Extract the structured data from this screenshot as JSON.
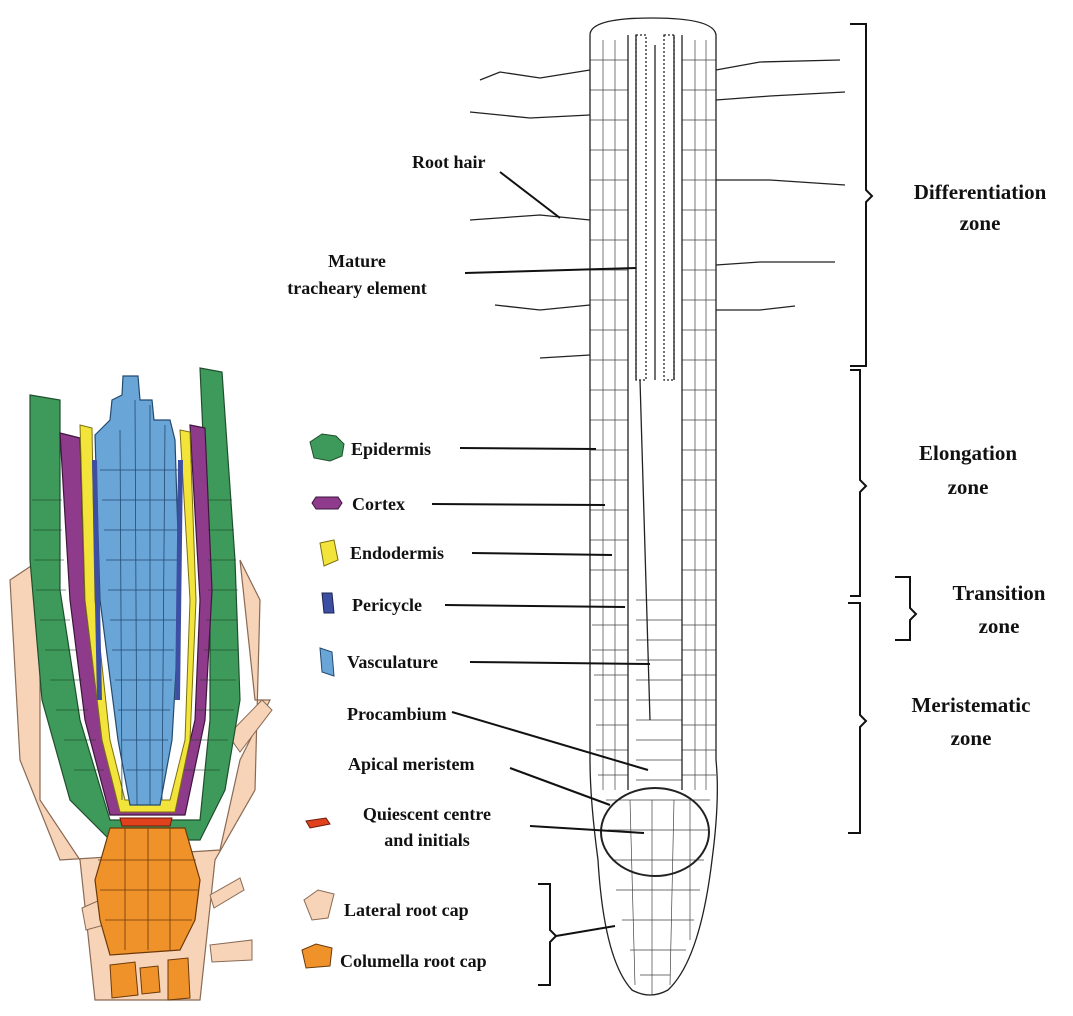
{
  "figure": {
    "labels": {
      "root_hair": "Root hair",
      "mature_tracheary_1": "Mature",
      "mature_tracheary_2": "tracheary element",
      "procambium": "Procambium",
      "apical_meristem": "Apical meristem",
      "quiescent_1": "Quiescent centre",
      "quiescent_2": "and initials"
    },
    "zones": {
      "differentiation_1": "Differentiation",
      "differentiation_2": "zone",
      "elongation_1": "Elongation",
      "elongation_2": "zone",
      "transition_1": "Transition",
      "transition_2": "zone",
      "meristematic_1": "Meristematic",
      "meristematic_2": "zone"
    },
    "legend": [
      {
        "label": "Epidermis",
        "color": "#3e9a5a",
        "icon": "epidermis-cell-icon"
      },
      {
        "label": "Cortex",
        "color": "#8e3b8c",
        "icon": "cortex-cell-icon"
      },
      {
        "label": "Endodermis",
        "color": "#f2e43a",
        "icon": "endodermis-cell-icon"
      },
      {
        "label": "Pericycle",
        "color": "#3c4fa3",
        "icon": "pericycle-cell-icon"
      },
      {
        "label": "Vasculature",
        "color": "#6aa5d8",
        "icon": "vasculature-cell-icon"
      },
      {
        "label": "",
        "color": "#e0421e",
        "icon": "quiescent-cell-icon"
      },
      {
        "label": "Lateral root cap",
        "color": "#f7d4b8",
        "icon": "lateral-root-cap-cell-icon"
      },
      {
        "label": "Columella root cap",
        "color": "#f0922a",
        "icon": "columella-cell-icon"
      }
    ]
  }
}
